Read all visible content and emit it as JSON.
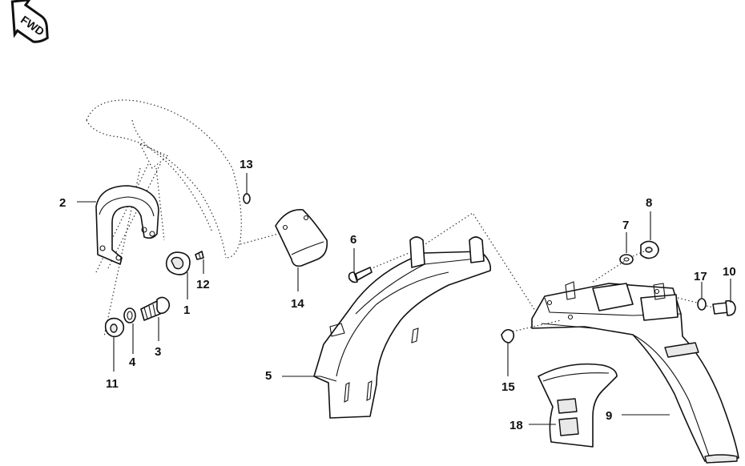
{
  "badge": {
    "label": "FWD",
    "icon": "forward-arrow-icon"
  },
  "callouts": [
    {
      "id": "c1",
      "label": "1"
    },
    {
      "id": "c2",
      "label": "2"
    },
    {
      "id": "c3",
      "label": "3"
    },
    {
      "id": "c4",
      "label": "4"
    },
    {
      "id": "c5",
      "label": "5"
    },
    {
      "id": "c6",
      "label": "6"
    },
    {
      "id": "c7",
      "label": "7"
    },
    {
      "id": "c8",
      "label": "8"
    },
    {
      "id": "c9",
      "label": "9"
    },
    {
      "id": "c10",
      "label": "10"
    },
    {
      "id": "c11",
      "label": "11"
    },
    {
      "id": "c12",
      "label": "12"
    },
    {
      "id": "c13",
      "label": "13"
    },
    {
      "id": "c14",
      "label": "14"
    },
    {
      "id": "c15",
      "label": "15"
    },
    {
      "id": "c17",
      "label": "17"
    },
    {
      "id": "c18",
      "label": "18"
    }
  ],
  "colors": {
    "ink": "#111111",
    "background": "#ffffff",
    "shade": "#e9e9e9"
  }
}
